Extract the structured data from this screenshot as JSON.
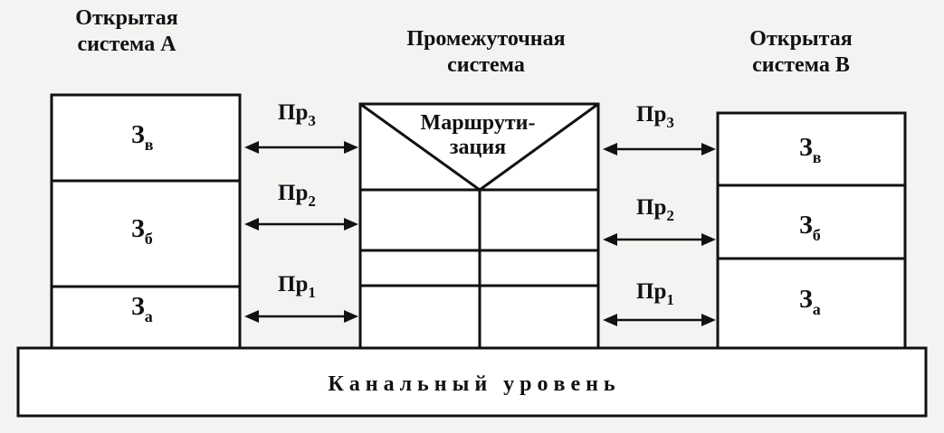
{
  "system_a": {
    "title_line1": "Открытая",
    "title_line2": "система А",
    "layers": [
      {
        "base": "З",
        "sub": "в"
      },
      {
        "base": "З",
        "sub": "б"
      },
      {
        "base": "З",
        "sub": "а"
      }
    ]
  },
  "intermediate": {
    "title_line1": "Промежуточная",
    "title_line2": "система",
    "routing_line1": "Маршрути-",
    "routing_line2": "зация"
  },
  "system_b": {
    "title_line1": "Открытая",
    "title_line2": "система В",
    "layers": [
      {
        "base": "З",
        "sub": "в"
      },
      {
        "base": "З",
        "sub": "б"
      },
      {
        "base": "З",
        "sub": "а"
      }
    ]
  },
  "protocols_left": [
    {
      "base": "Пр",
      "sub": "3"
    },
    {
      "base": "Пр",
      "sub": "2"
    },
    {
      "base": "Пр",
      "sub": "1"
    }
  ],
  "protocols_right": [
    {
      "base": "Пр",
      "sub": "3"
    },
    {
      "base": "Пр",
      "sub": "2"
    },
    {
      "base": "Пр",
      "sub": "1"
    }
  ],
  "link_layer": "К а н а л ь н ы й   у р о в е н ь"
}
